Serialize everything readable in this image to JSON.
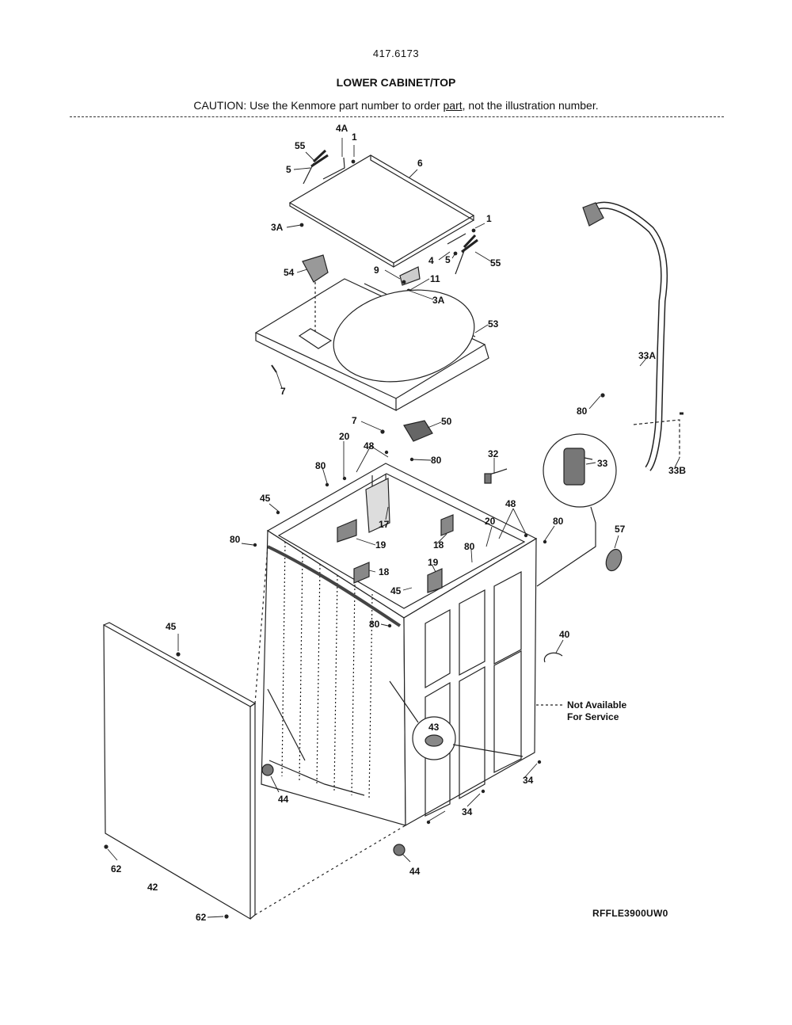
{
  "header": {
    "model_number": "417.6173",
    "title": "LOWER CABINET/TOP",
    "caution_prefix": "CAUTION: Use the Kenmore part number to order ",
    "caution_link": "part",
    "caution_suffix": ", not the illustration number."
  },
  "callouts": {
    "p55a": "55",
    "p5a": "5",
    "p4A": "4A",
    "p1a": "1",
    "p6": "6",
    "p3Aa": "3A",
    "p1b": "1",
    "p4": "4",
    "p5b": "5",
    "p55b": "55",
    "p9": "9",
    "p11": "11",
    "p3Ab": "3A",
    "p54": "54",
    "p53": "53",
    "p7a": "7",
    "p7b": "7",
    "p50": "50",
    "p33A": "33A",
    "p80a": "80",
    "p33B": "33B",
    "p33": "33",
    "p20a": "20",
    "p48a": "48",
    "p80b": "80",
    "p80c": "80",
    "p32": "32",
    "p45a": "45",
    "p17": "17",
    "p48b": "48",
    "p20b": "20",
    "p80d": "80",
    "p80e": "80",
    "p19a": "19",
    "p18a": "18",
    "p80f": "80",
    "p57": "57",
    "p18b": "18",
    "p19b": "19",
    "p45b": "45",
    "p80g": "80",
    "p45c": "45",
    "p40": "40",
    "p43": "43",
    "p44a": "44",
    "p34a": "34",
    "p34b": "34",
    "p62a": "62",
    "p42": "42",
    "p44b": "44",
    "p62b": "62"
  },
  "notes": {
    "not_available_line1": "Not Available",
    "not_available_line2": "For Service"
  },
  "diagram_code": "RFFLE3900UW0"
}
